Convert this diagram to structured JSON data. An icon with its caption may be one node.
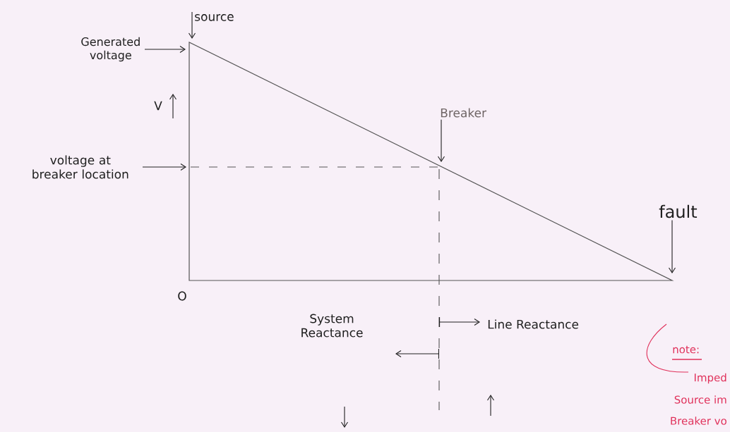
{
  "diagram": {
    "nodes": [
      {
        "text": [
          "source"
        ]
      },
      {
        "text": [
          "Generated voltage"
        ]
      },
      {
        "text": [
          "voltage at breaker location"
        ]
      },
      {
        "text": [
          "Breaker"
        ]
      },
      {
        "text": [
          "fault"
        ]
      }
    ],
    "edges": [
      {
        "from": 0,
        "to": null,
        "arrow": "to"
      },
      {
        "from": 1,
        "to": null,
        "arrow": "to"
      },
      {
        "from": 2,
        "to": null,
        "arrow": "to"
      },
      {
        "from": 3,
        "to": null,
        "arrow": "to"
      },
      {
        "from": 4,
        "to": null,
        "arrow": "to"
      }
    ],
    "labels": [
      "V",
      "O",
      "System Reactance",
      "Line Reactance",
      "note:",
      "Imped",
      "Source im",
      "Breaker vo"
    ]
  }
}
